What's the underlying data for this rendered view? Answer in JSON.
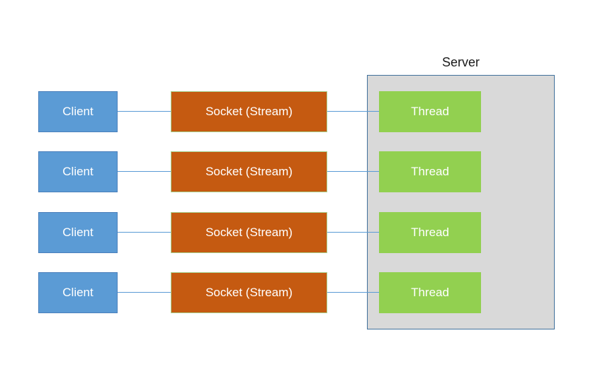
{
  "diagram": {
    "type": "architecture-diagram",
    "server_label": "Server",
    "rows": [
      {
        "client": "Client",
        "socket": "Socket (Stream)",
        "thread": "Thread"
      },
      {
        "client": "Client",
        "socket": "Socket (Stream)",
        "thread": "Thread"
      },
      {
        "client": "Client",
        "socket": "Socket (Stream)",
        "thread": "Thread"
      },
      {
        "client": "Client",
        "socket": "Socket (Stream)",
        "thread": "Thread"
      }
    ],
    "connections_per_row": [
      "client-to-socket",
      "socket-to-thread"
    ],
    "colors": {
      "client_fill": "#5b9bd5",
      "client_border": "#4a7fbb",
      "socket_fill": "#c55a11",
      "socket_border": "#a9d18e",
      "thread_fill": "#92d050",
      "server_fill": "#d9d9d9",
      "server_border": "#41719c",
      "connector": "#5b9bd5",
      "box_text": "#ffffff",
      "label_text": "#1a1a1a"
    }
  }
}
